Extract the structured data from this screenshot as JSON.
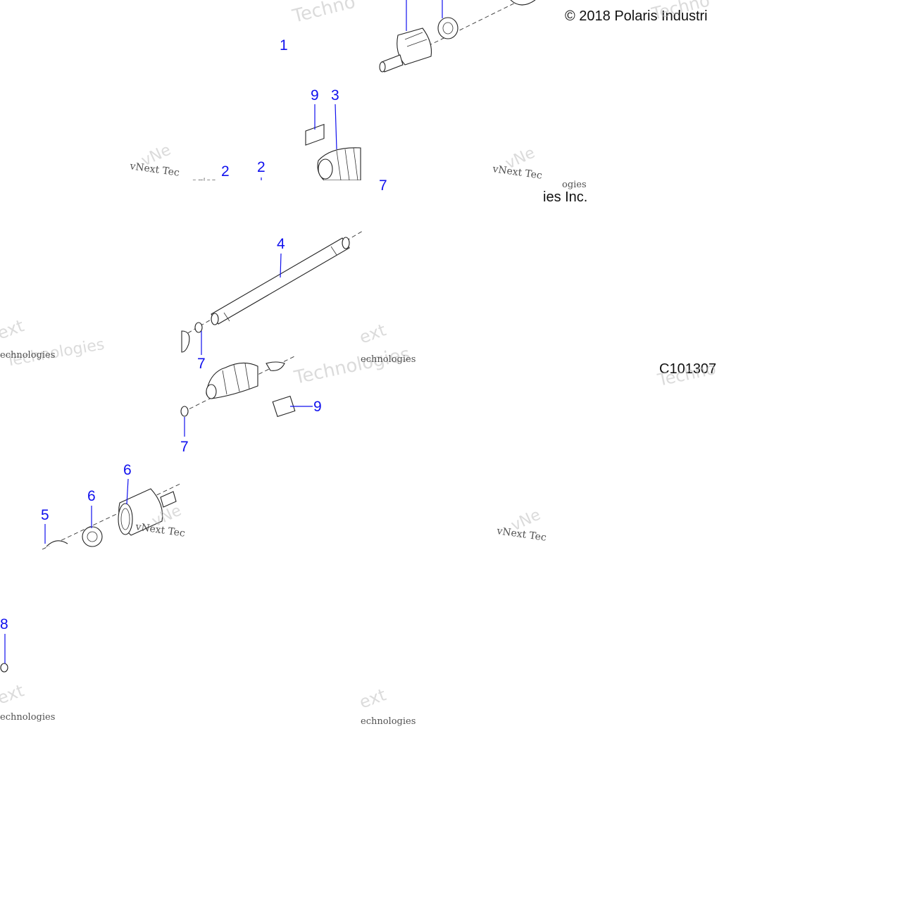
{
  "copyright": "© 2018 Polaris Industri",
  "copyright_tail": "ies Inc.",
  "figure_code": "C101307",
  "watermark": {
    "vnext": "vNext Tec",
    "technologies": "Technologies",
    "techno": "Techno",
    "ext": "ext",
    "echnologies": "echnologies",
    "vn": "vNe",
    "gies": "ogies"
  },
  "callouts": {
    "c1": "1",
    "c2a": "2",
    "c2b": "2",
    "c3": "3",
    "c4": "4",
    "c5": "5",
    "c6a": "6",
    "c6b": "6",
    "c7a": "7",
    "c7b": "7",
    "c7c": "7",
    "c8": "8",
    "c9a": "9",
    "c9b": "9"
  }
}
